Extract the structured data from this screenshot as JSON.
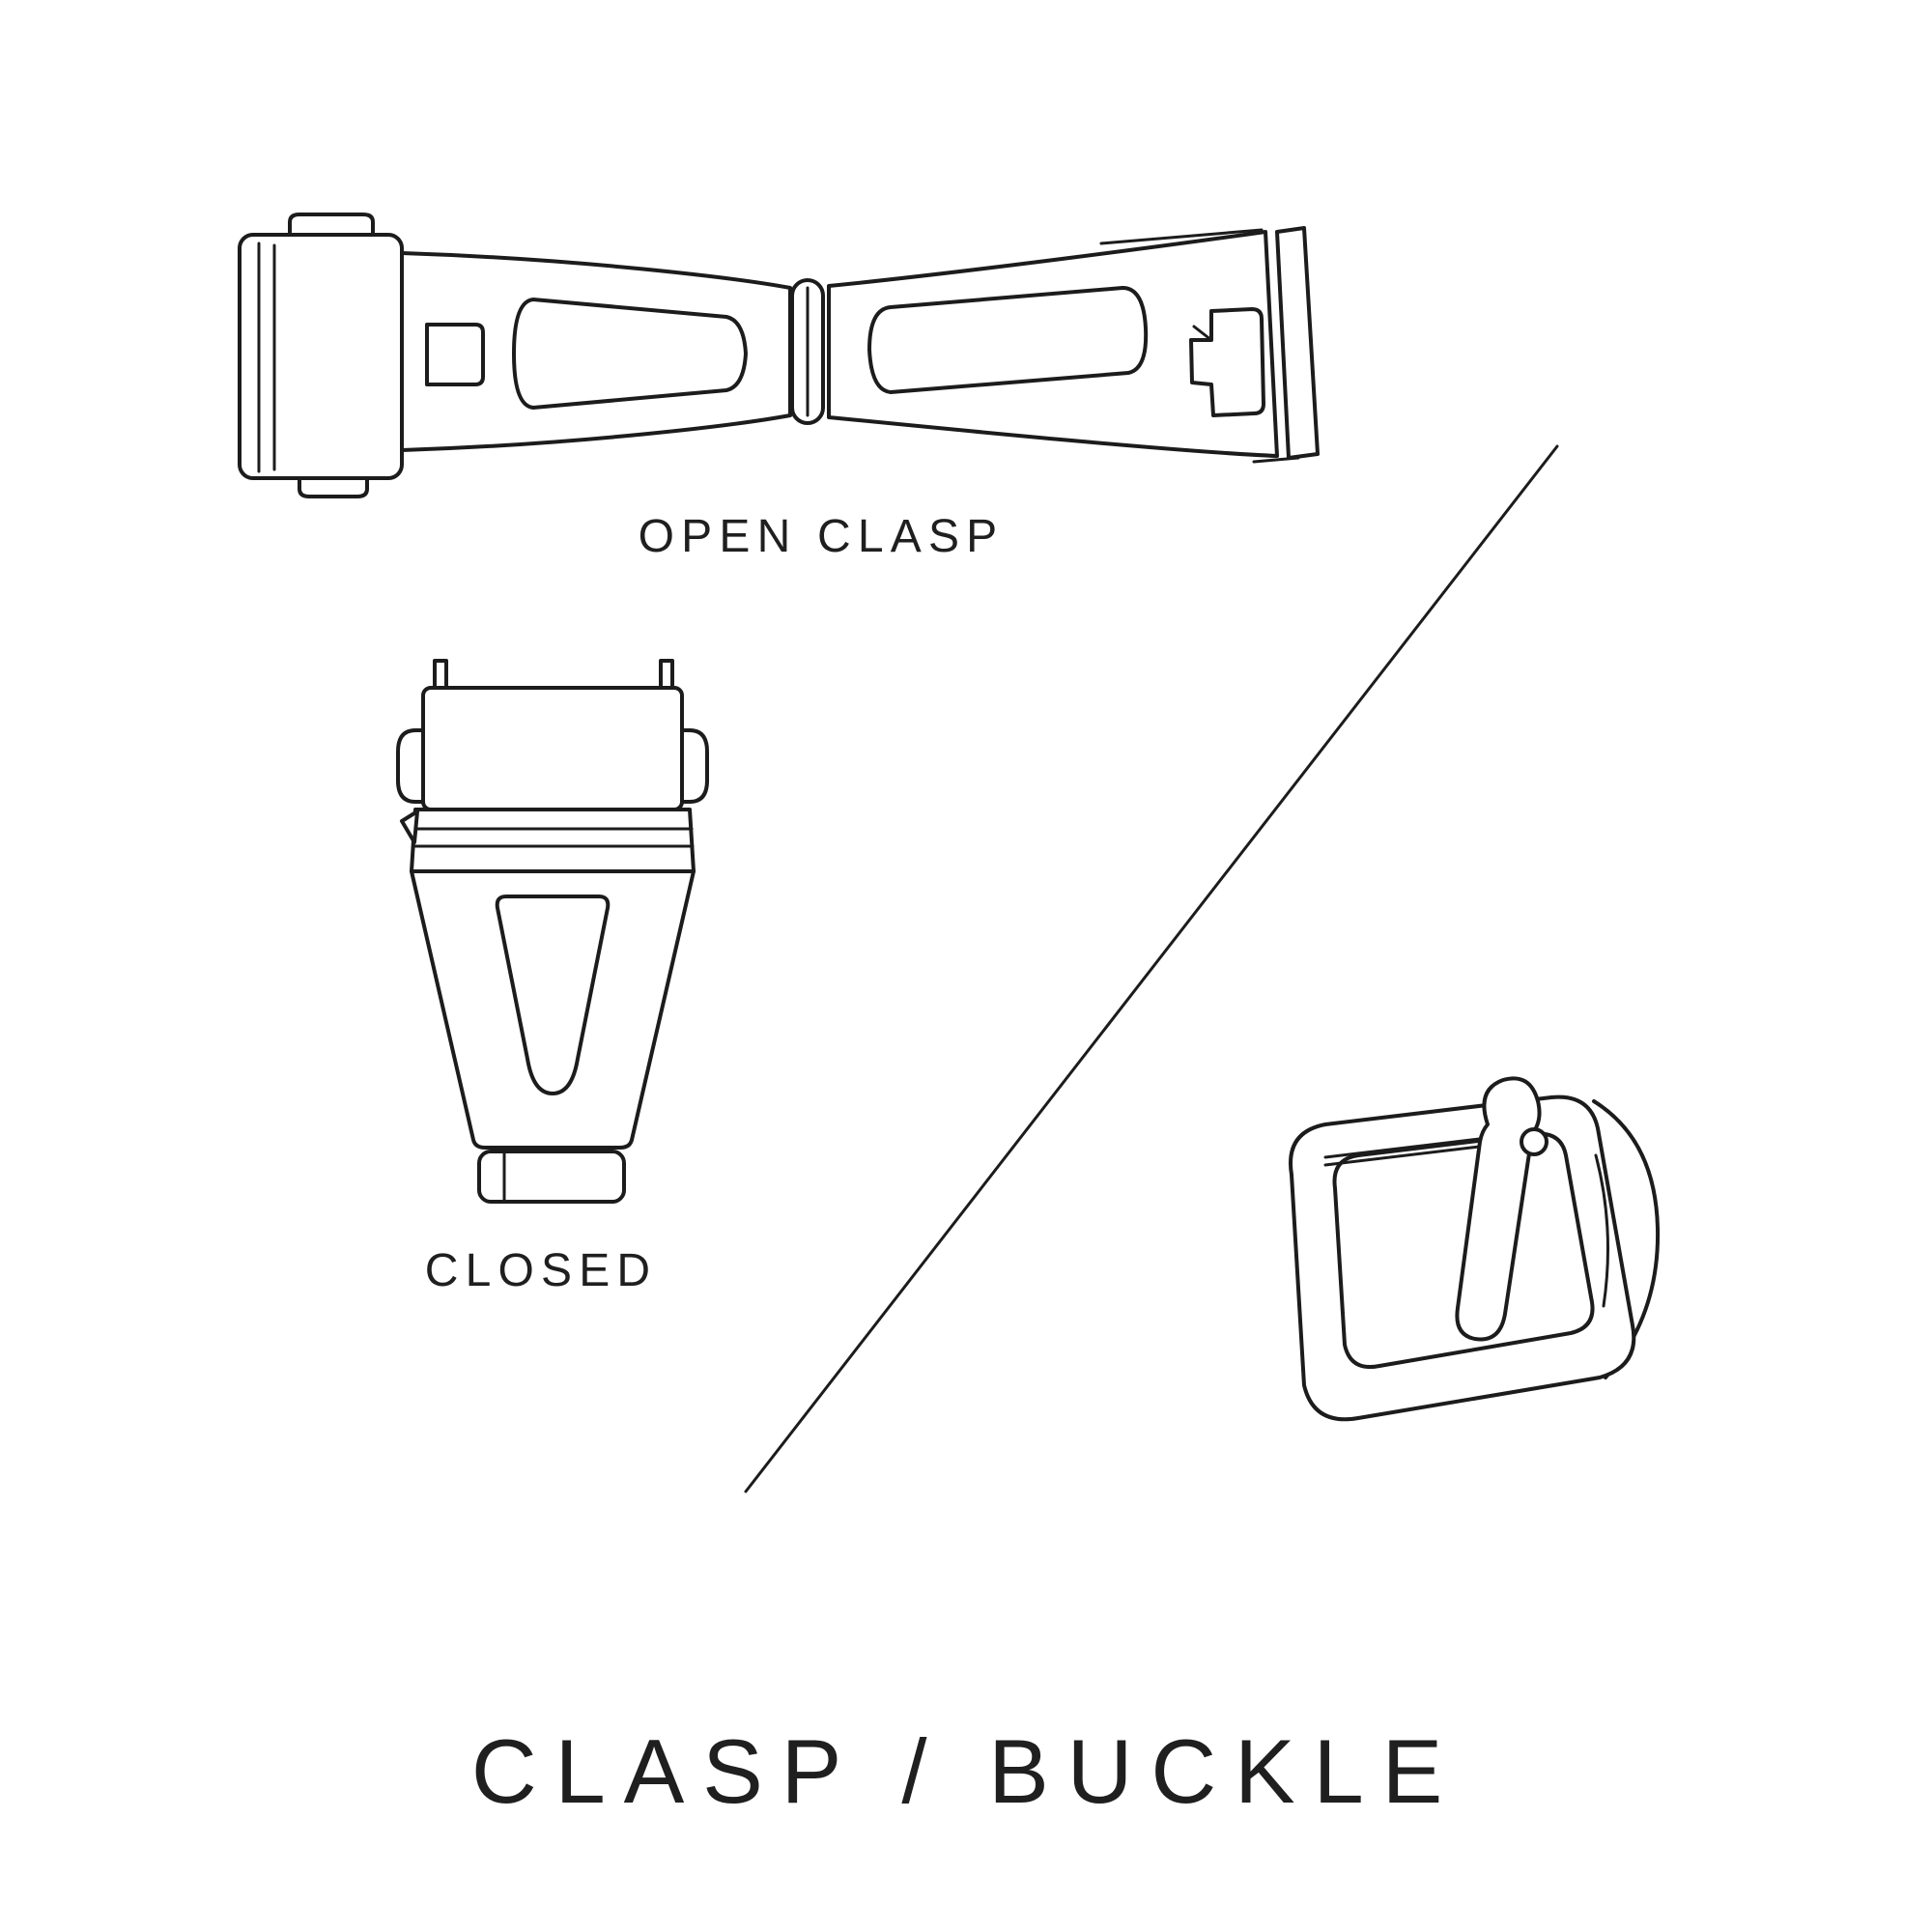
{
  "canvas": {
    "background": "#ffffff",
    "line_color": "#1c1c1c",
    "text_color": "#1f1f1f"
  },
  "labels": {
    "open_clasp": "OPEN CLASP",
    "closed": "CLOSED",
    "title": "CLASP / BUCKLE"
  },
  "illustrations": {
    "open_clasp": "open-deployant-clasp-top-view",
    "closed_clasp": "closed-deployant-clasp-front-view",
    "buckle": "tang-buckle-perspective",
    "divider": "diagonal-divider-line"
  }
}
